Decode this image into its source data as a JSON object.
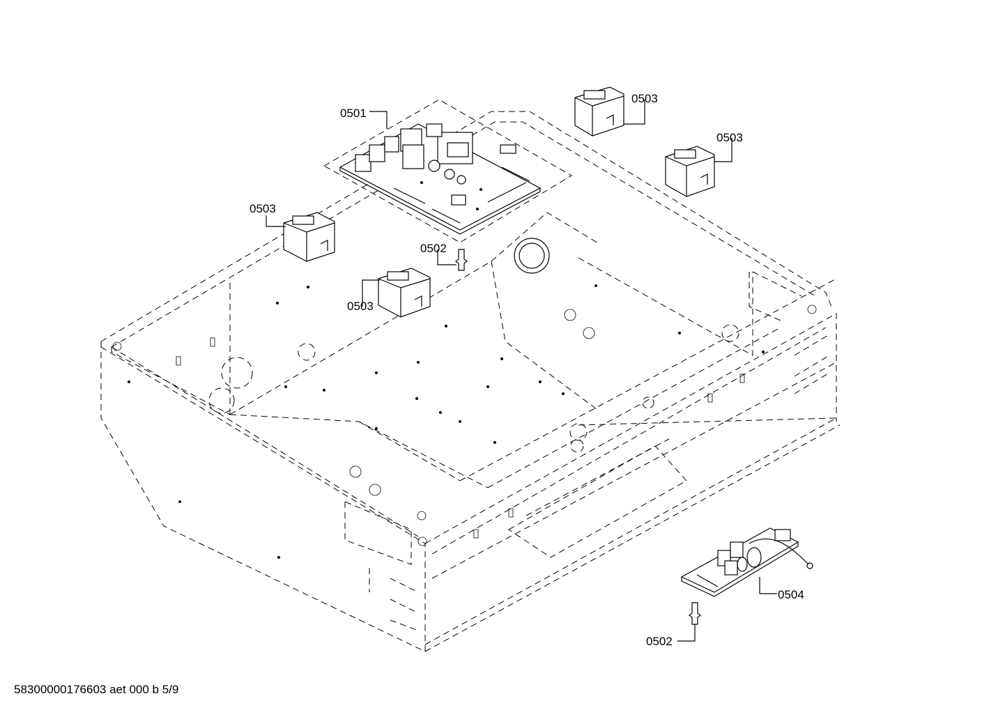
{
  "callouts": {
    "c0501": "0501",
    "c0502a": "0502",
    "c0502b": "0502",
    "c0503a": "0503",
    "c0503b": "0503",
    "c0503c": "0503",
    "c0503d": "0503",
    "c0504": "0504"
  },
  "footer": {
    "document_id": "58300000176603 aet 000 b 5/9"
  }
}
